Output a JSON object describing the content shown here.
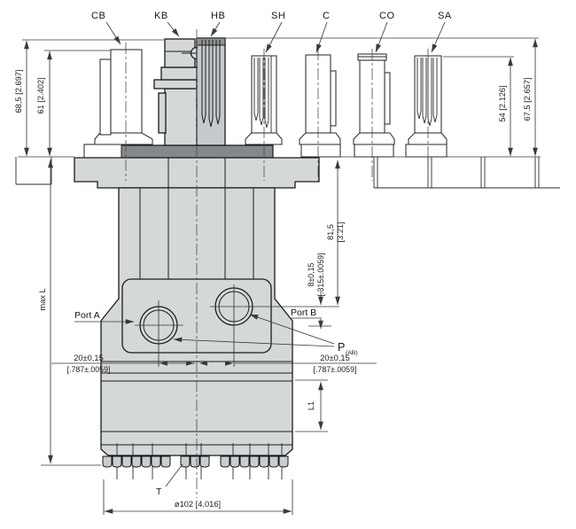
{
  "drawing": {
    "type": "hydraulic-motor-dimensional-drawing",
    "shaft_labels": {
      "cb": "CB",
      "kb": "KB",
      "hb": "HB",
      "sh": "SH",
      "c": "C",
      "co": "CO",
      "sa": "SA"
    },
    "ports": {
      "a": "Port A",
      "b": "Port B",
      "p": "P",
      "p_sub": "(AB)"
    },
    "dimensions": {
      "left_outer_height": "68,5 [2.697]",
      "left_inner_height": "61 [2.402]",
      "right_inner_height": "54 [2.126]",
      "right_outer_height": "67.5 [2.657]",
      "max_length": "max L",
      "flange_to_portb_mm": "81,5",
      "flange_to_portb_in": "[3.21]",
      "port_offset_mm": "8±0,15",
      "port_offset_in": "[.315±.0059]",
      "porta_to_center_mm": "20±0,15",
      "porta_to_center_in": "[.787±.0059]",
      "portb_to_center_mm": "20±0,15",
      "portb_to_center_in": "[.787±.0059]",
      "l1": "L1",
      "tie_rod": "T",
      "body_diameter": "ø102 [4.016]"
    },
    "colors": {
      "background": "#ffffff",
      "body_fill": "#d4d8d9",
      "shaft_fill": "#c6cacc",
      "dark_band": "#84888a",
      "outline": "#1b1b1b",
      "dimension_lines": "#3a3a3a"
    }
  }
}
